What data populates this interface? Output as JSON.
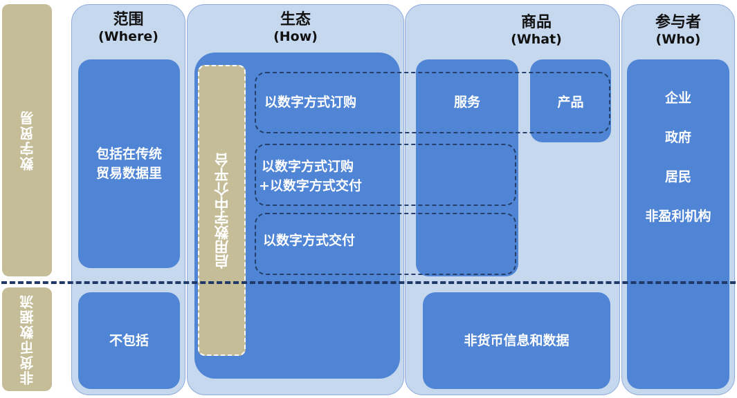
{
  "side_labels": {
    "digital_trade": "数字贸易",
    "non_monetary_flow": "非货币数据流"
  },
  "columns": {
    "where": {
      "title": "范围",
      "subtitle": "(Where)"
    },
    "how": {
      "title": "生态",
      "subtitle": "(How)"
    },
    "what": {
      "title": "商品",
      "subtitle": "(What)"
    },
    "who": {
      "title": "参与者",
      "subtitle": "(Who)"
    }
  },
  "where": {
    "included": "包括在传统\n贸易数据里",
    "excluded": "不包括"
  },
  "how": {
    "platform": "启用数字中介平台",
    "ordered": "以数字方式订购",
    "ordered_delivered_1": "以数字方式订购",
    "ordered_delivered_2": "+以数字方式交付",
    "delivered": "以数字方式交付"
  },
  "what": {
    "services": "服务",
    "products": "产品",
    "non_monetary": "非货币信息和数据"
  },
  "who": {
    "items": [
      "企业",
      "政府",
      "居民",
      "非盈利机构"
    ]
  },
  "colors": {
    "tan": "#c4bd97",
    "column_bg": "#c6d8ee",
    "box_blue": "#4f85d4",
    "dash_navy": "#1f3a68"
  }
}
